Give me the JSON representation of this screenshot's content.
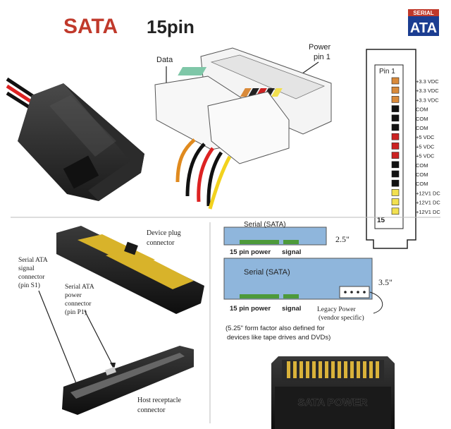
{
  "header": {
    "title_main": "SATA",
    "title_sub": "15pin",
    "logo_top": "SERIAL",
    "logo_bottom": "ATA"
  },
  "connector_diagram": {
    "data_label": "Data",
    "power_label": "Power",
    "pin1_label": "pin 1"
  },
  "pinout": {
    "pin1_label": "Pin 1",
    "pin15_label": "15",
    "pins": [
      {
        "label": "+3.3 VDC",
        "color": "#d98a3a"
      },
      {
        "label": "+3.3 VDC",
        "color": "#d98a3a"
      },
      {
        "label": "+3.3 VDC",
        "color": "#d98a3a"
      },
      {
        "label": "COM",
        "color": "#111111"
      },
      {
        "label": "COM",
        "color": "#111111"
      },
      {
        "label": "COM",
        "color": "#111111"
      },
      {
        "label": "+5 VDC",
        "color": "#cc2222"
      },
      {
        "label": "+5 VDC",
        "color": "#cc2222"
      },
      {
        "label": "+5 VDC",
        "color": "#cc2222"
      },
      {
        "label": "COM",
        "color": "#111111"
      },
      {
        "label": "COM",
        "color": "#111111"
      },
      {
        "label": "COM",
        "color": "#111111"
      },
      {
        "label": "+12V1 DC",
        "color": "#f2e050"
      },
      {
        "label": "+12V1 DC",
        "color": "#f2e050"
      },
      {
        "label": "+12V1 DC",
        "color": "#f2e050"
      }
    ]
  },
  "plug_diagram": {
    "device_plug": "Device plug connector",
    "signal_connector": "Serial ATA signal connector (pin S1)",
    "power_connector": "Serial ATA power connector (pin P1)",
    "host_receptacle": "Host receptacle connector"
  },
  "form_factor": {
    "board_small_title": "Serial (SATA)",
    "board_small_size": "2.5\"",
    "board_large_title": "Serial (SATA)",
    "board_large_size": "3.5\"",
    "power_label": "15 pin power",
    "signal_label": "signal",
    "legacy_power": "Legacy Power (vendor specific)",
    "note": "(5.25\" form factor also defined for devices like tape drives and DVDs)"
  },
  "photo": {
    "stamp_text": "SATA POWER"
  }
}
